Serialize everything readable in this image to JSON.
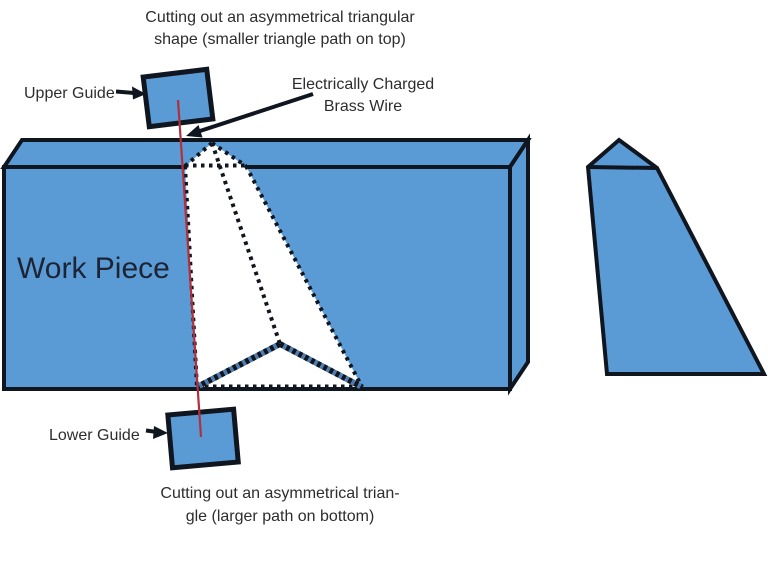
{
  "colors": {
    "background": "#ffffff",
    "shape_fill": "#5b9bd5",
    "outline": "#10161f",
    "cut_fill": "#ffffff",
    "dot_blue": "#4a7db5",
    "wire_red": "#b1303e",
    "caption_text": "#2d2d2d",
    "workpiece_text": "#1c2435"
  },
  "captions": {
    "top_line1": "Cutting out an asymmetrical triangular",
    "top_line2": "shape (smaller triangle path on top)",
    "bottom_line1": "Cutting out an asymmetrical trian-",
    "bottom_line2": "gle (larger path on bottom)"
  },
  "labels": {
    "upper_guide": "Upper Guide",
    "lower_guide": "Lower Guide",
    "wire_line1": "Electrically Charged",
    "wire_line2": "Brass Wire",
    "work_piece": "Work Piece"
  }
}
